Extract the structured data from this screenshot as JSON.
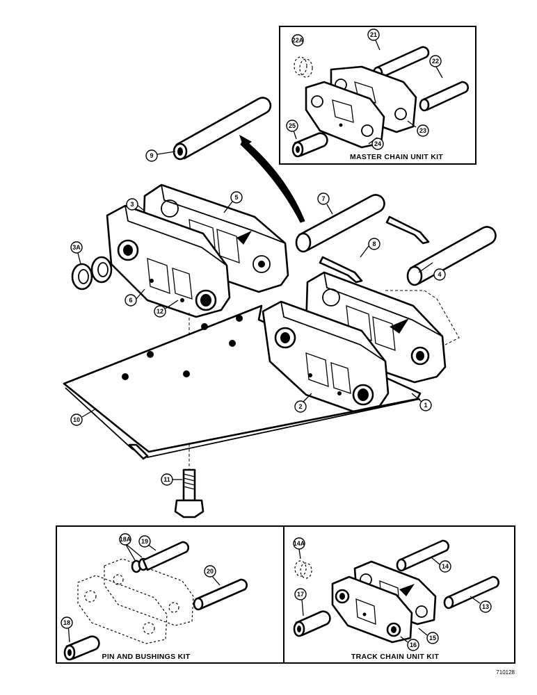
{
  "kits": {
    "master": {
      "title": "MASTER CHAIN UNIT KIT"
    },
    "pin_bushings": {
      "title": "PIN AND BUSHINGS KIT"
    },
    "track_chain": {
      "title": "TRACK CHAIN UNIT KIT"
    }
  },
  "callouts": {
    "c1": "1",
    "c2": "2",
    "c3": "3",
    "c3a": "3A",
    "c4": "4",
    "c5": "5",
    "c6": "6",
    "c7": "7",
    "c8": "8",
    "c9": "9",
    "c10": "10",
    "c11": "11",
    "c12": "12",
    "c13": "13",
    "c14": "14",
    "c14a": "14A",
    "c15": "15",
    "c16": "16",
    "c17": "17",
    "c18": "18",
    "c18a": "18A",
    "c19": "19",
    "c20": "20",
    "c21": "21",
    "c22": "22",
    "c22a": "22A",
    "c23": "23",
    "c24": "24",
    "c25": "25"
  },
  "figure_code": "710128"
}
